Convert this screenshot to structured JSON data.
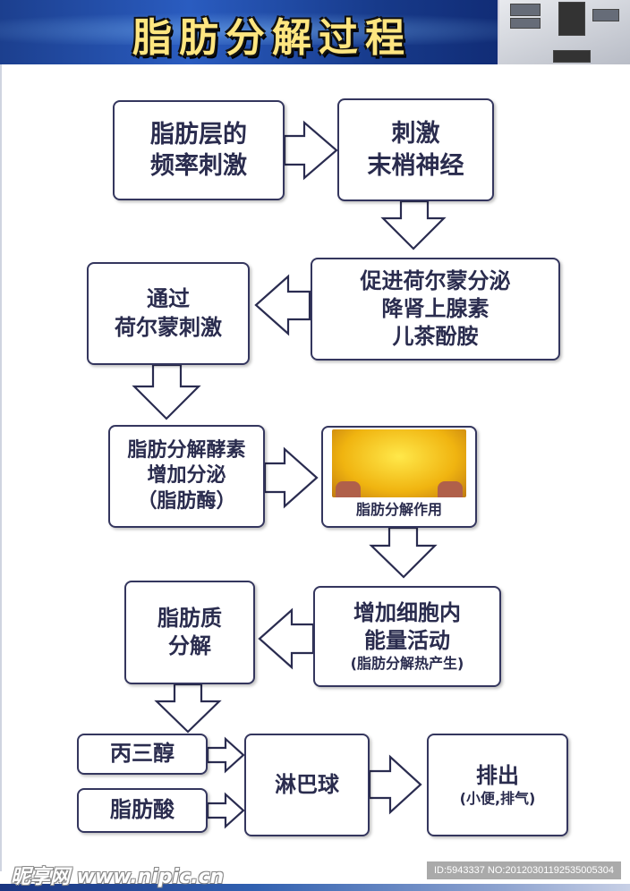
{
  "header": {
    "title": "脂肪分解过程"
  },
  "boxes": {
    "b1": {
      "line1": "脂肪层的",
      "line2": "频率刺激"
    },
    "b2": {
      "line1": "刺激",
      "line2": "末梢神经"
    },
    "b3": {
      "line1": "促进荷尔蒙分泌",
      "line2": "降肾上腺素",
      "line3": "儿茶酚胺"
    },
    "b4": {
      "line1": "通过",
      "line2": "荷尔蒙刺激"
    },
    "b5": {
      "line1": "脂肪分解酵素",
      "line2": "增加分泌",
      "line3": "（脂肪酶）"
    },
    "b6": {
      "caption": "脂肪分解作用"
    },
    "b7": {
      "line1": "增加细胞内",
      "line2": "能量活动",
      "line3": "(脂肪分解热产生)"
    },
    "b8": {
      "line1": "脂肪质",
      "line2": "分解"
    },
    "b9": {
      "line1": "丙三醇"
    },
    "b10": {
      "line1": "脂肪酸"
    },
    "b11": {
      "line1": "淋巴球"
    },
    "b12": {
      "line1": "排出",
      "line2": "(小便,排气)"
    }
  },
  "watermark": {
    "logo": "昵享网 www.nipic.cn",
    "id": "ID:5943337 NO:20120301192535005304"
  },
  "colors": {
    "border": "#34365e",
    "text": "#2a2c4e",
    "header": "#1c3f8e",
    "title": "#ffe680"
  }
}
